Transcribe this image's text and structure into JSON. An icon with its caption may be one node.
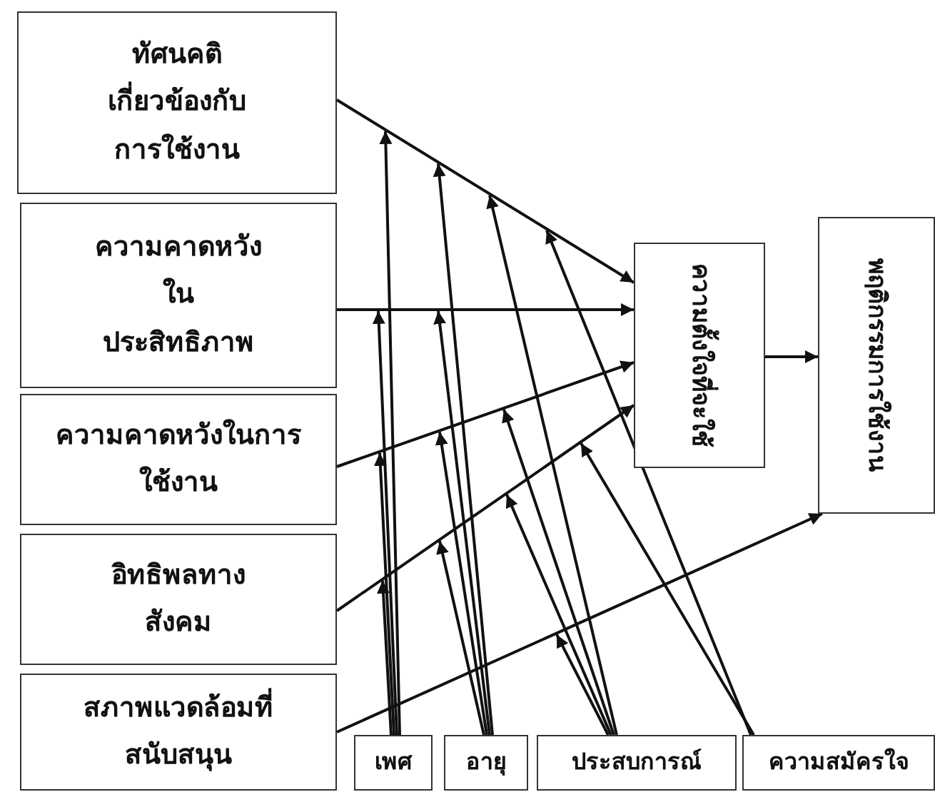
{
  "diagram": {
    "nodes": [
      {
        "text": [
          "ทัศนคติเกี่ยวข้องกับการใช้งาน"
        ]
      },
      {
        "text": [
          "ความคาดหวังในประสิทธิภาพ"
        ]
      },
      {
        "text": [
          "ความคาดหวังในการใช้งาน"
        ]
      },
      {
        "text": [
          "อิทธิพลทางสังคม"
        ]
      },
      {
        "text": [
          "สภาพแวดล้อมที่สนับสนุน"
        ]
      },
      {
        "text": [
          "ความตั้งใจที่จะใช้"
        ]
      },
      {
        "text": [
          "พฤติกรรมการใช้งาน"
        ]
      },
      {
        "text": [
          "เพศ"
        ]
      },
      {
        "text": [
          "อายุ"
        ]
      },
      {
        "text": [
          "ประสบการณ์"
        ]
      },
      {
        "text": [
          "ความสมัครใจ"
        ]
      }
    ],
    "edges": [
      {
        "from": 0,
        "to": 5,
        "arrow": "to"
      },
      {
        "from": 1,
        "to": 5,
        "arrow": "to"
      },
      {
        "from": 2,
        "to": 5,
        "arrow": "to"
      },
      {
        "from": 3,
        "to": 5,
        "arrow": "to"
      },
      {
        "from": 4,
        "to": 6,
        "arrow": "to"
      },
      {
        "from": 5,
        "to": 6,
        "arrow": "to"
      },
      {
        "from": 7,
        "to": null,
        "arrow": "to"
      },
      {
        "from": 7,
        "to": null,
        "arrow": "to"
      },
      {
        "from": 7,
        "to": null,
        "arrow": "to"
      },
      {
        "from": 7,
        "to": null,
        "arrow": "to"
      },
      {
        "from": 8,
        "to": null,
        "arrow": "to"
      },
      {
        "from": 8,
        "to": null,
        "arrow": "to"
      },
      {
        "from": 8,
        "to": null,
        "arrow": "to"
      },
      {
        "from": 8,
        "to": null,
        "arrow": "to"
      },
      {
        "from": 9,
        "to": null,
        "arrow": "to"
      },
      {
        "from": 9,
        "to": null,
        "arrow": "to"
      },
      {
        "from": 9,
        "to": null,
        "arrow": "to"
      },
      {
        "from": 9,
        "to": null,
        "arrow": "to"
      },
      {
        "from": 10,
        "to": null,
        "arrow": "to"
      },
      {
        "from": 10,
        "to": null,
        "arrow": "to"
      }
    ]
  }
}
